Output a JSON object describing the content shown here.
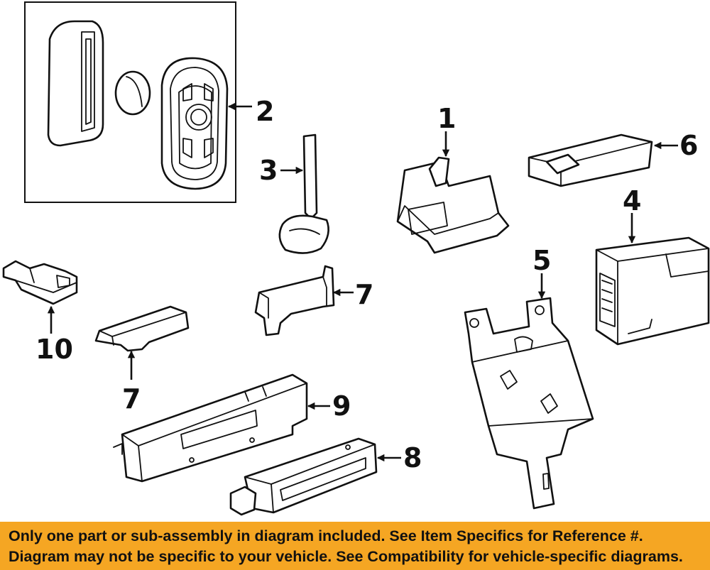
{
  "callouts": {
    "c1": "1",
    "c2": "2",
    "c3": "3",
    "c4": "4",
    "c5": "5",
    "c6": "6",
    "c7a": "7",
    "c7b": "7",
    "c8": "8",
    "c9": "9",
    "c10": "10"
  },
  "disclaimer": {
    "line1": "Only one part or sub-assembly in diagram included. See Item Specifics for Reference #.",
    "line2": "Diagram may not be specific to your vehicle. See Compatibility for vehicle-specific diagrams."
  },
  "colors": {
    "banner": "#f5a623",
    "ink": "#111111"
  }
}
